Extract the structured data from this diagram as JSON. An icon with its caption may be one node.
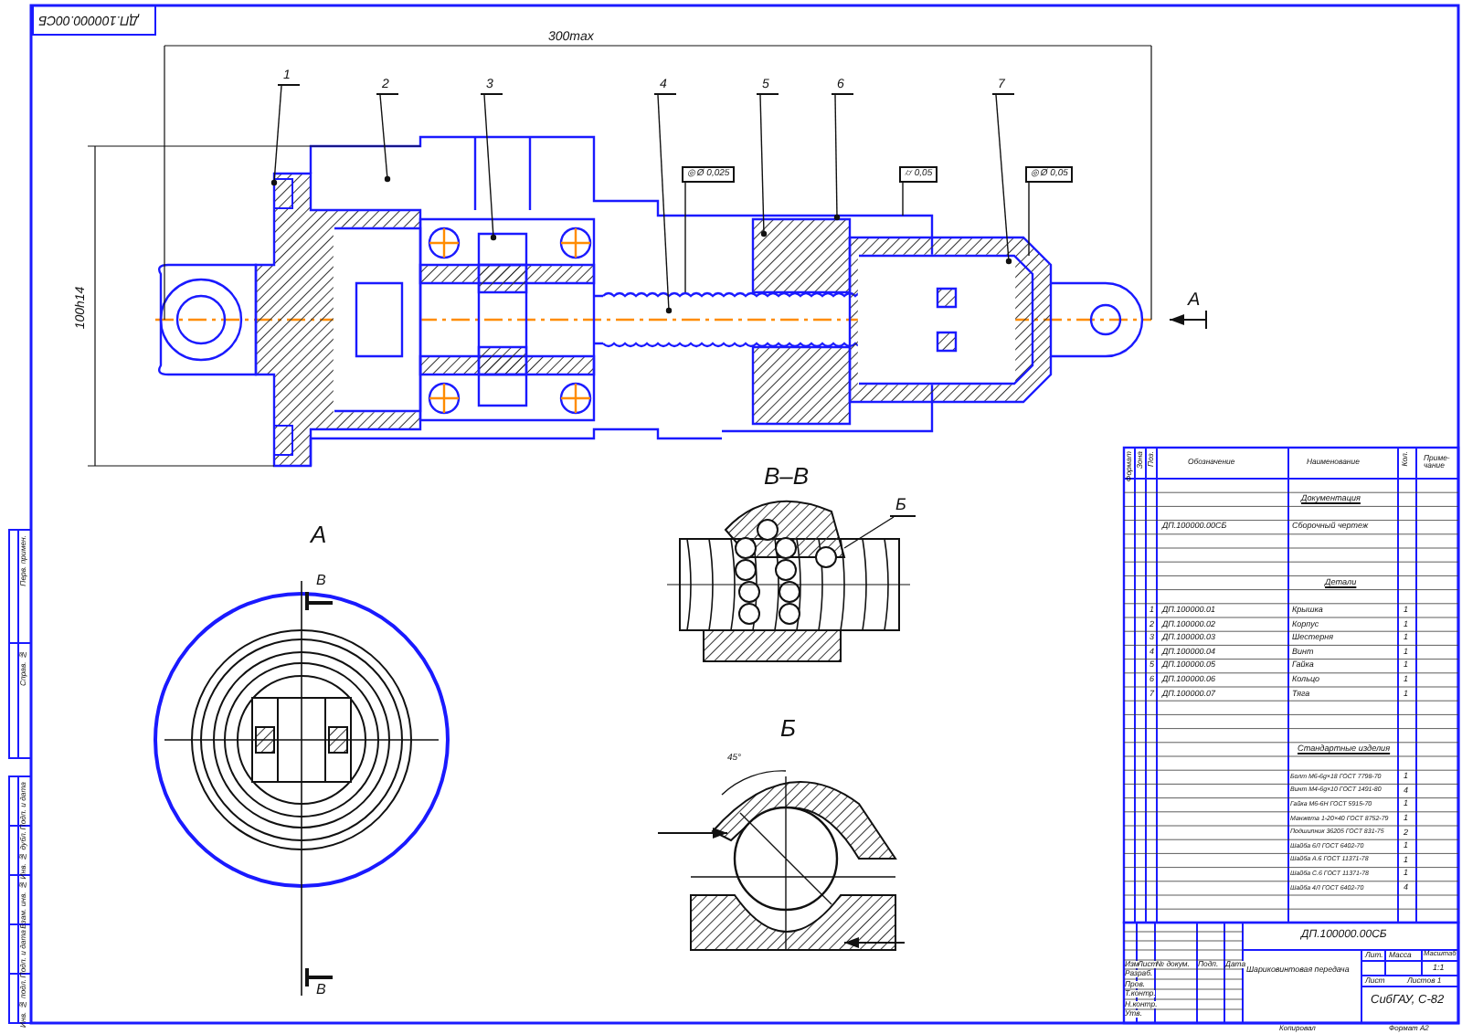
{
  "diagram": {
    "nodes": [
      {
        "text": [
          "1"
        ]
      },
      {
        "text": [
          "2"
        ]
      },
      {
        "text": [
          "3"
        ]
      },
      {
        "text": [
          "4"
        ]
      },
      {
        "text": [
          "5"
        ]
      },
      {
        "text": [
          "6"
        ]
      },
      {
        "text": [
          "7"
        ]
      },
      {
        "text": [
          "◎ Ø 0,025"
        ]
      },
      {
        "text": [
          "⌭ 0,05"
        ]
      },
      {
        "text": [
          "◎ Ø 0,05"
        ]
      },
      {
        "text": [
          "Б"
        ]
      }
    ],
    "edges": [
      {
        "from": 0,
        "to": null,
        "arrow": "other"
      },
      {
        "from": 1,
        "to": null,
        "arrow": "other"
      },
      {
        "from": 2,
        "to": null,
        "arrow": "other"
      },
      {
        "from": 3,
        "to": null,
        "arrow": "other"
      },
      {
        "from": 4,
        "to": null,
        "arrow": "other"
      },
      {
        "from": 5,
        "to": null,
        "arrow": "other"
      },
      {
        "from": 6,
        "to": null,
        "arrow": "other"
      },
      {
        "from": 7,
        "to": null,
        "arrow": "none"
      },
      {
        "from": 8,
        "to": null,
        "arrow": "none"
      },
      {
        "from": 9,
        "to": null,
        "arrow": "none"
      },
      {
        "from": 10,
        "to": null,
        "arrow": "none"
      }
    ],
    "labels": [
      "ДП.100000.00СБ",
      "300max",
      "100h14",
      "А",
      "А",
      "В",
      "В",
      "В–В",
      "Б",
      "45°",
      "Формат",
      "Зона",
      "Поз.",
      "Обозначение",
      "Наименование",
      "Кол.",
      "Приме- чание",
      "Документация",
      "ДП.100000.00СБ",
      "Сборочный чертеж",
      "Детали",
      "1",
      "ДП.100000.01",
      "Крышка",
      "1",
      "2",
      "ДП.100000.02",
      "Корпус",
      "1",
      "3",
      "ДП.100000.03",
      "Шестерня",
      "1",
      "4",
      "ДП.100000.04",
      "Винт",
      "1",
      "5",
      "ДП.100000.05",
      "Гайка",
      "1",
      "6",
      "ДП.100000.06",
      "Кольцо",
      "1",
      "7",
      "ДП.100000.07",
      "Тяга",
      "1",
      "Стандартные изделия",
      "Болт М6-6g×18 ГОСТ 7798-70",
      "1",
      "Винт М4-6g×10 ГОСТ 1491-80",
      "4",
      "Гайка М6-6Н ГОСТ 5915-70",
      "1",
      "Манжета 1-20×40 ГОСТ 8752-79",
      "1",
      "Подшипник 36205 ГОСТ 831-75",
      "2",
      "Шайба 6Л ГОСТ 6402-70",
      "1",
      "Шайба А.6 ГОСТ 11371-78",
      "1",
      "Шайба С.6 ГОСТ 11371-78",
      "1",
      "Шайба 4Л ГОСТ 6402-70",
      "4",
      "ДП.100000.00СБ",
      "Изм.",
      "Лист",
      "№ докум.",
      "Подп.",
      "Дата",
      "Разраб.",
      "Пров.",
      "Т.контр.",
      "Н.контр.",
      "Утв.",
      "Шариковинтовая передача",
      "Лит.",
      "Масса",
      "Масштаб",
      "1:1",
      "Лист",
      "Листов 1",
      "СибГАУ, С-82",
      "Копировал",
      "Формат A2",
      "Перв. примен.",
      "Справ. №",
      "Подп. и дата",
      "Инв. № дубл.",
      "Взам. инв. №",
      "Подп. и дата",
      "Инв. № подл."
    ]
  }
}
